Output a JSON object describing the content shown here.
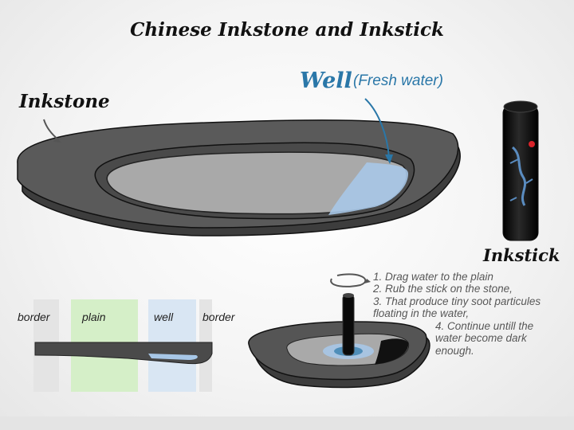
{
  "title": "Chinese Inkstone and Inkstick",
  "labels": {
    "inkstone": "Inkstone",
    "well": "Well",
    "fresh_water": "(Fresh water)",
    "inkstick": "Inkstick"
  },
  "cross_section": {
    "zones": [
      "border",
      "plain",
      "well",
      "border"
    ]
  },
  "steps": {
    "s1": "1. Drag water to the plain",
    "s2": "2. Rub the stick on the stone,",
    "s3a": "3. That produce tiny soot particules",
    "s3b": "floating in the water,",
    "s4a": "4. Continue untill the",
    "s4b": "water become dark",
    "s4c": "enough."
  },
  "colors": {
    "stone": "#555555",
    "stone_dark": "#3a3a3a",
    "plain": "#a9a9a9",
    "water": "#a7c7e7",
    "accent": "#2a77a8"
  }
}
